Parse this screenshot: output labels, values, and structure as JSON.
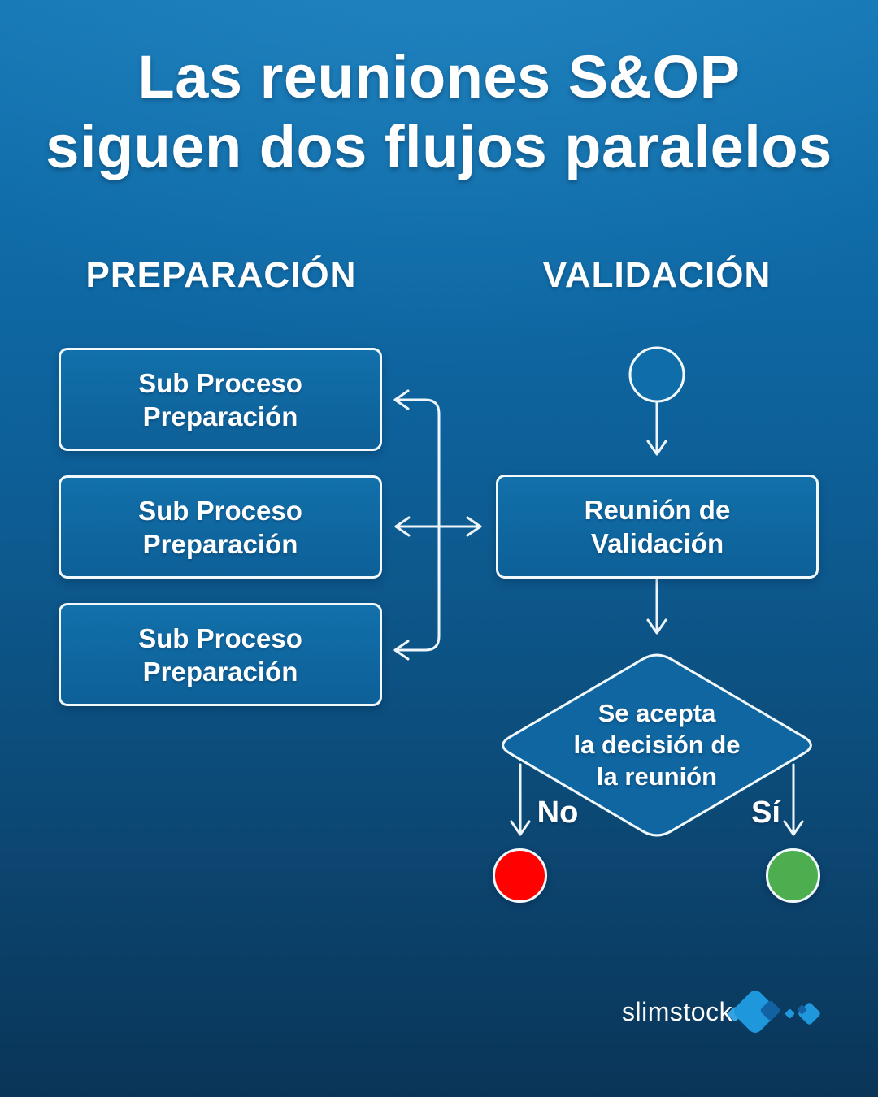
{
  "title": {
    "line1": "Las reuniones S&OP",
    "line2": "siguen dos flujos paralelos"
  },
  "columns": {
    "preparation": "PREPARACIÓN",
    "validation": "VALIDACIÓN"
  },
  "preparation": {
    "boxes": [
      {
        "label": "Sub Proceso\nPreparación"
      },
      {
        "label": "Sub Proceso\nPreparación"
      },
      {
        "label": "Sub Proceso\nPreparación"
      }
    ]
  },
  "validation": {
    "start_node": "start-circle",
    "meeting_box": {
      "label": "Reunión de\nValidación"
    },
    "decision_diamond": {
      "label": "Se acepta\nla decisión de\nla reunión"
    },
    "branch_no": {
      "label": "No",
      "color": "#fe0100"
    },
    "branch_yes": {
      "label": "Sí",
      "color": "#4cae4f"
    }
  },
  "logo": {
    "text": "slimstock",
    "mark_light_blue": "#1f97dd",
    "mark_dark_blue": "#1262a3"
  },
  "colors": {
    "background_top": "#1577b5",
    "background_bottom": "#0a3558",
    "node_fill": "#0f66a0",
    "node_border": "#f2f9fd",
    "connector": "#eef6fb",
    "text": "#ffffff"
  }
}
